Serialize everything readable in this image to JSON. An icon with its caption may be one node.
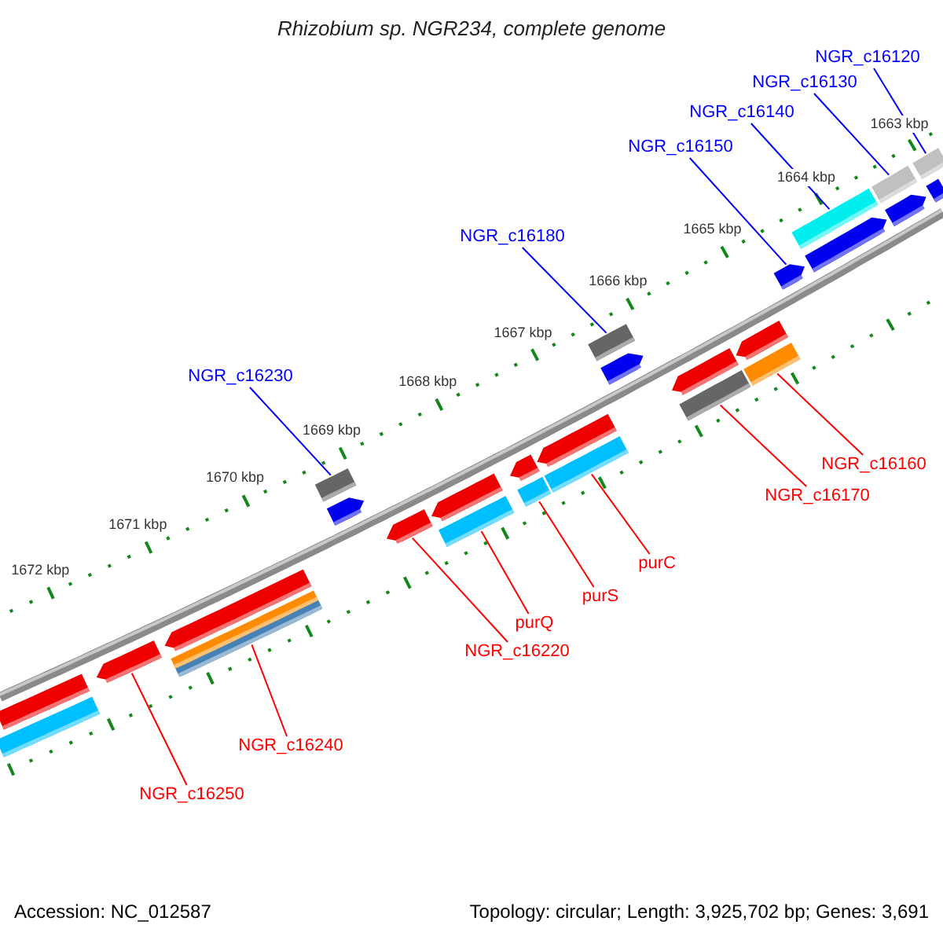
{
  "diagram": {
    "title": "Rhizobium sp. NGR234, complete genome",
    "nodes": [
      {
        "text": [
          "NGR_c16120"
        ]
      },
      {
        "text": [
          "NGR_c16130"
        ]
      },
      {
        "text": [
          "NGR_c16140"
        ]
      },
      {
        "text": [
          "NGR_c16150"
        ]
      },
      {
        "text": [
          "NGR_c16180"
        ]
      },
      {
        "text": [
          "NGR_c16230"
        ]
      },
      {
        "text": [
          "NGR_c16160"
        ]
      },
      {
        "text": [
          "NGR_c16170"
        ]
      },
      {
        "text": [
          "purC"
        ]
      },
      {
        "text": [
          "purS"
        ]
      },
      {
        "text": [
          "purQ"
        ]
      },
      {
        "text": [
          "NGR_c16220"
        ]
      },
      {
        "text": [
          "NGR_c16240"
        ]
      },
      {
        "text": [
          "NGR_c16250"
        ]
      },
      {
        "text": [],
        "shape": "bar"
      },
      {
        "text": [],
        "shape": "bar"
      },
      {
        "text": [],
        "shape": "bar"
      },
      {
        "text": [],
        "shape": "bar"
      },
      {
        "text": [],
        "shape": "bar"
      },
      {
        "text": [],
        "shape": "bar"
      },
      {
        "text": [],
        "shape": "bar"
      },
      {
        "text": [],
        "shape": "bar"
      },
      {
        "text": [],
        "shape": "bar"
      },
      {
        "text": [],
        "shape": "bar"
      },
      {
        "text": [],
        "shape": "bar"
      },
      {
        "text": [],
        "shape": "bar"
      },
      {
        "text": [],
        "shape": "bar"
      },
      {
        "text": [],
        "shape": "bar"
      }
    ],
    "edges": [
      {
        "from": 0,
        "to": 14,
        "arrow": "none",
        "color": "#0000ff"
      },
      {
        "from": 1,
        "to": 15,
        "arrow": "none",
        "color": "#0000ff"
      },
      {
        "from": 2,
        "to": 16,
        "arrow": "none",
        "color": "#0000ff"
      },
      {
        "from": 3,
        "to": 17,
        "arrow": "none",
        "color": "#0000ff"
      },
      {
        "from": 4,
        "to": 18,
        "arrow": "none",
        "color": "#0000ff"
      },
      {
        "from": 5,
        "to": 19,
        "arrow": "none",
        "color": "#0000ff"
      },
      {
        "from": 6,
        "to": 20,
        "arrow": "none"
      },
      {
        "from": 7,
        "to": 21,
        "arrow": "none"
      },
      {
        "from": 8,
        "to": 22,
        "arrow": "none"
      },
      {
        "from": 9,
        "to": 23,
        "arrow": "none"
      },
      {
        "from": 10,
        "to": 24,
        "arrow": "none"
      },
      {
        "from": 11,
        "to": 25,
        "arrow": "none"
      },
      {
        "from": 12,
        "to": 26,
        "arrow": "none"
      },
      {
        "from": 13,
        "to": 27,
        "arrow": "none"
      }
    ],
    "labels": [
      "1663 kbp",
      "1664 kbp",
      "1665 kbp",
      "1666 kbp",
      "1667 kbp",
      "1668 kbp",
      "1669 kbp",
      "1670 kbp",
      "1671 kbp",
      "1672 kbp",
      "Accession: NC_012587",
      "Topology: circular; Length: 3,925,702 bp; Genes: 3,691"
    ]
  }
}
